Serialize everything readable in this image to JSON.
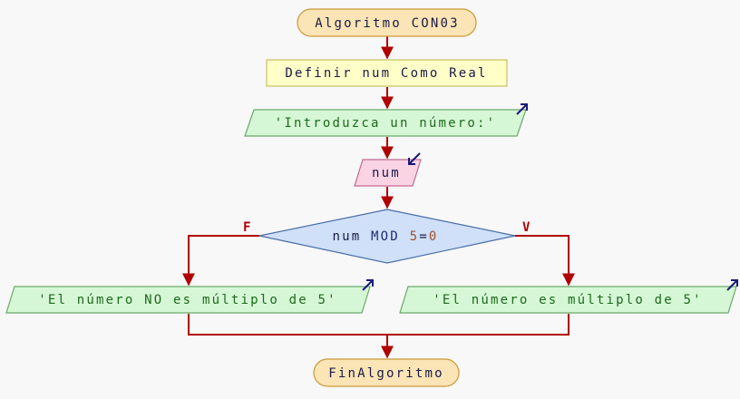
{
  "colors": {
    "terminal_fill": "#fbe4b5",
    "terminal_stroke": "#c99a3a",
    "process_fill": "#ffffc8",
    "process_stroke": "#c8c060",
    "output_fill": "#d6f7d6",
    "output_stroke": "#6aa86a",
    "input_fill": "#fbd4e4",
    "input_stroke": "#c06a90",
    "decision_fill": "#cfe0f8",
    "decision_stroke": "#4a6ea8",
    "connector": "#b00000",
    "io_arrow": "#1a1a7a",
    "string_text": "#1c6a1c",
    "keyword_text": "#1f2a7a",
    "number_text": "#a0522d",
    "plain_text": "#1a1a4a"
  },
  "flowchart": {
    "start": "Algoritmo CON03",
    "define": "Definir num Como Real",
    "prompt": "'Introduzca un número:'",
    "input_var": "num",
    "decision": {
      "var": "num",
      "op": "MOD",
      "value": "5",
      "eq": "=",
      "rhs": "0"
    },
    "false_label": "F",
    "true_label": "V",
    "false_output": "'El número NO es múltiplo de 5'",
    "true_output": "'El número es múltiplo de 5'",
    "end": "FinAlgoritmo"
  }
}
